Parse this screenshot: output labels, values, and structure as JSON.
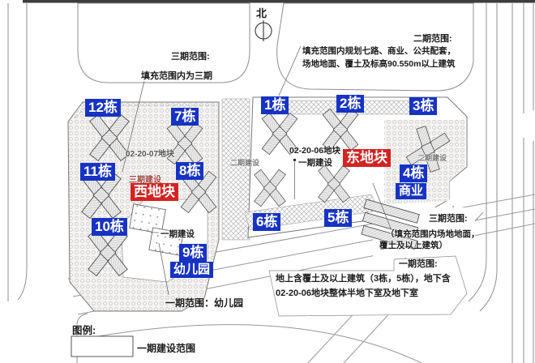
{
  "colors": {
    "label_blue": "#1733c4",
    "label_red": "#d42321",
    "phase3_text": "#a04840"
  },
  "compass": {
    "north_label": "北"
  },
  "top_annotations": {
    "phase3": {
      "title": "三期范围:",
      "body": "填充范围内为三期"
    },
    "phase2": {
      "title": "二期范围:",
      "line1": "填充范围内规划七路、商业、公共配套，",
      "line2": "场地地面、覆土及标高90.550m以上建筑"
    }
  },
  "parcels": {
    "west": {
      "id": "02-20-07地块",
      "zone_label": "西地块",
      "phase_note": "三期建设"
    },
    "east": {
      "id": "02-20-06地块",
      "zone_label": "东地块",
      "phase_note": "一期建设"
    }
  },
  "site_notes": {
    "mid_strip_phase": "二期建设",
    "east_phase2": "二期建设",
    "west_phase1": "一期建设"
  },
  "buildings": {
    "b12": "12栋",
    "b7": "7栋",
    "b1": "1栋",
    "b2": "2栋",
    "b3": "3栋",
    "b11": "11栋",
    "b8": "8栋",
    "b10": "10栋",
    "b6": "6栋",
    "b5": "5栋",
    "b9": "9栋",
    "b9_use": "幼儿园",
    "b4": "4栋",
    "b4_use": "商业"
  },
  "bottom_annotations": {
    "kindergarten_scope": "一期范围：幼儿园",
    "phase3_right": {
      "title": "三期范围:",
      "line1": "（填充范围内场地地面，",
      "line2": "覆土及以上建筑）"
    },
    "phase1_right": {
      "title": "一期范围:",
      "line1": "地上含覆土及以上建筑（3栋，5栋），地下含",
      "line2": "02-20-06地块整体半地下室及地下室"
    }
  },
  "legend": {
    "title": "图例:",
    "item_phase1": "一期建设范围"
  }
}
